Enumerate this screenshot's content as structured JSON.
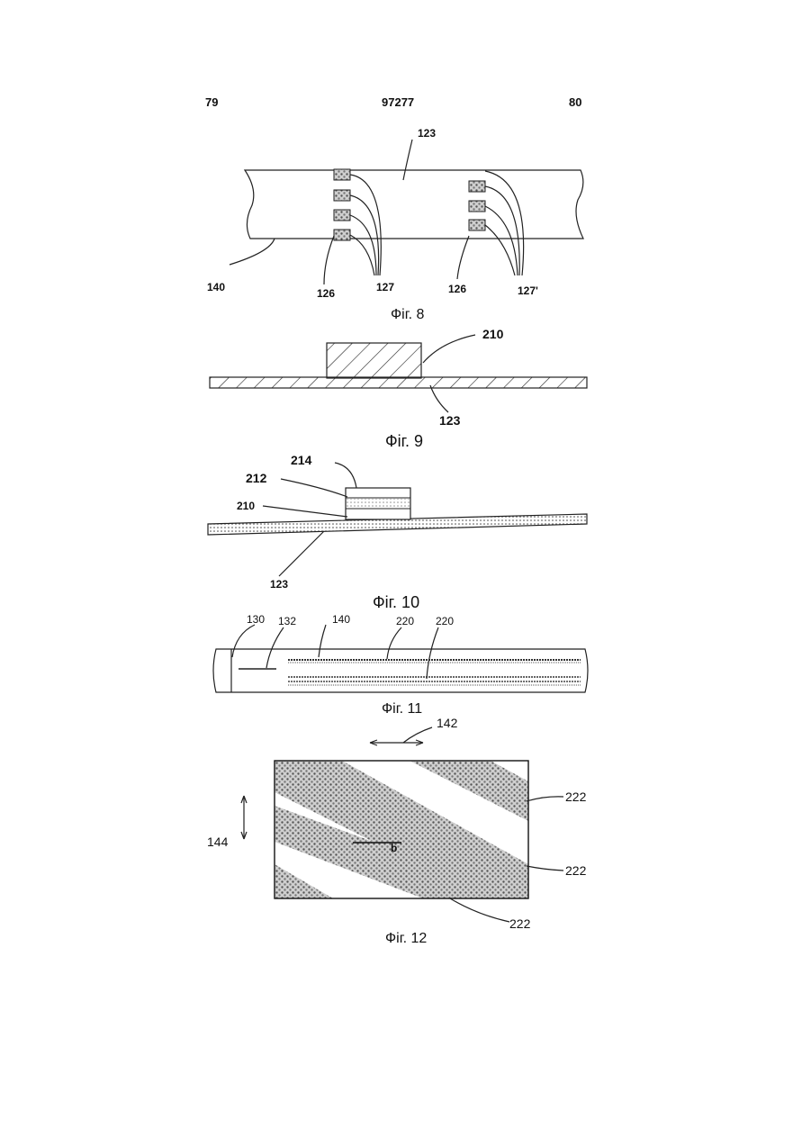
{
  "header": {
    "left_page": "79",
    "doc_number": "97277",
    "right_page": "80"
  },
  "fig8": {
    "caption": "Фіг. 8",
    "labels": [
      "123",
      "140",
      "126",
      "127",
      "126",
      "127'"
    ]
  },
  "fig9": {
    "caption": "Фіг. 9",
    "labels": [
      "210",
      "123"
    ]
  },
  "fig10": {
    "caption": "Фіг. 10",
    "labels": [
      "214",
      "212",
      "210",
      "123"
    ]
  },
  "fig11": {
    "caption": "Фіг. 11",
    "labels": [
      "130",
      "132",
      "140",
      "220",
      "220"
    ]
  },
  "fig12": {
    "caption": "Фіг. 12",
    "labels": [
      "142",
      "144",
      "b",
      "222",
      "222",
      "222"
    ]
  }
}
